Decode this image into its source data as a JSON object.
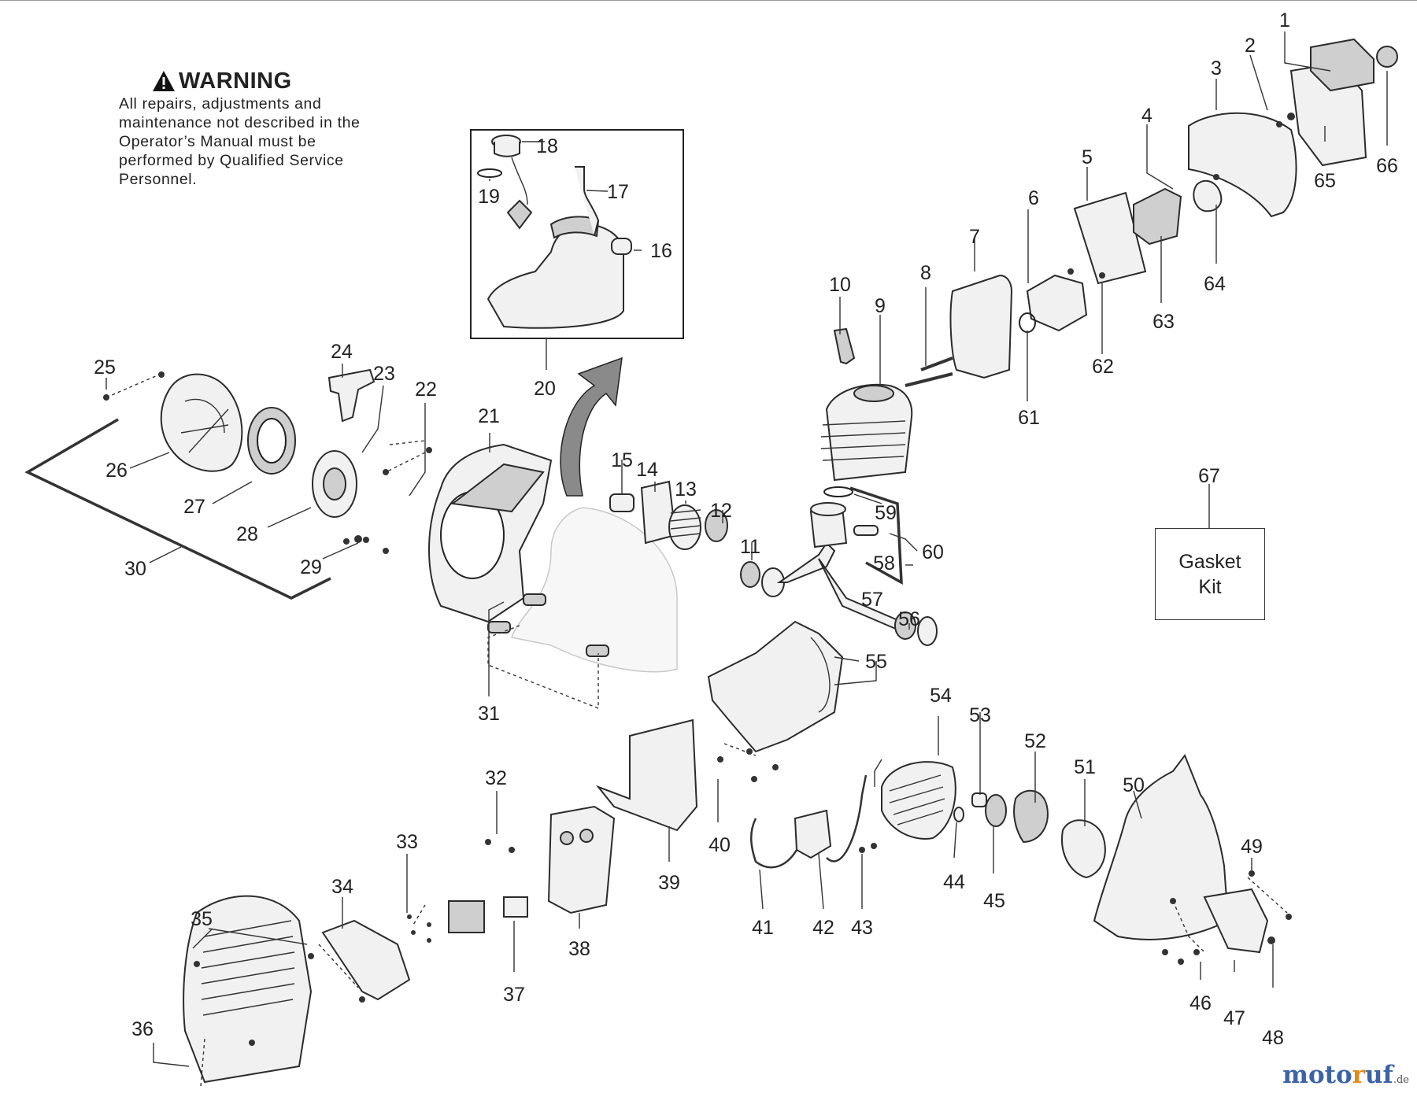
{
  "warning": {
    "title": "WARNING",
    "body": "All repairs, adjustments and maintenance not described in the Operator’s Manual must be performed by Qualified Service Personnel."
  },
  "gasket_kit": {
    "line1": "Gasket",
    "line2": "Kit"
  },
  "brand": {
    "part1": "moto",
    "part2": "r",
    "part3": "uf",
    "tld": ".de"
  },
  "part_numbers": [
    "1",
    "2",
    "3",
    "4",
    "5",
    "6",
    "7",
    "8",
    "9",
    "10",
    "11",
    "12",
    "13",
    "14",
    "15",
    "16",
    "17",
    "18",
    "19",
    "20",
    "21",
    "22",
    "23",
    "24",
    "25",
    "26",
    "27",
    "28",
    "29",
    "30",
    "31",
    "32",
    "33",
    "34",
    "35",
    "36",
    "37",
    "38",
    "39",
    "40",
    "41",
    "42",
    "43",
    "44",
    "45",
    "46",
    "47",
    "48",
    "49",
    "50",
    "51",
    "52",
    "53",
    "54",
    "55",
    "56",
    "57",
    "58",
    "59",
    "60",
    "61",
    "62",
    "63",
    "64",
    "65",
    "66",
    "67"
  ]
}
